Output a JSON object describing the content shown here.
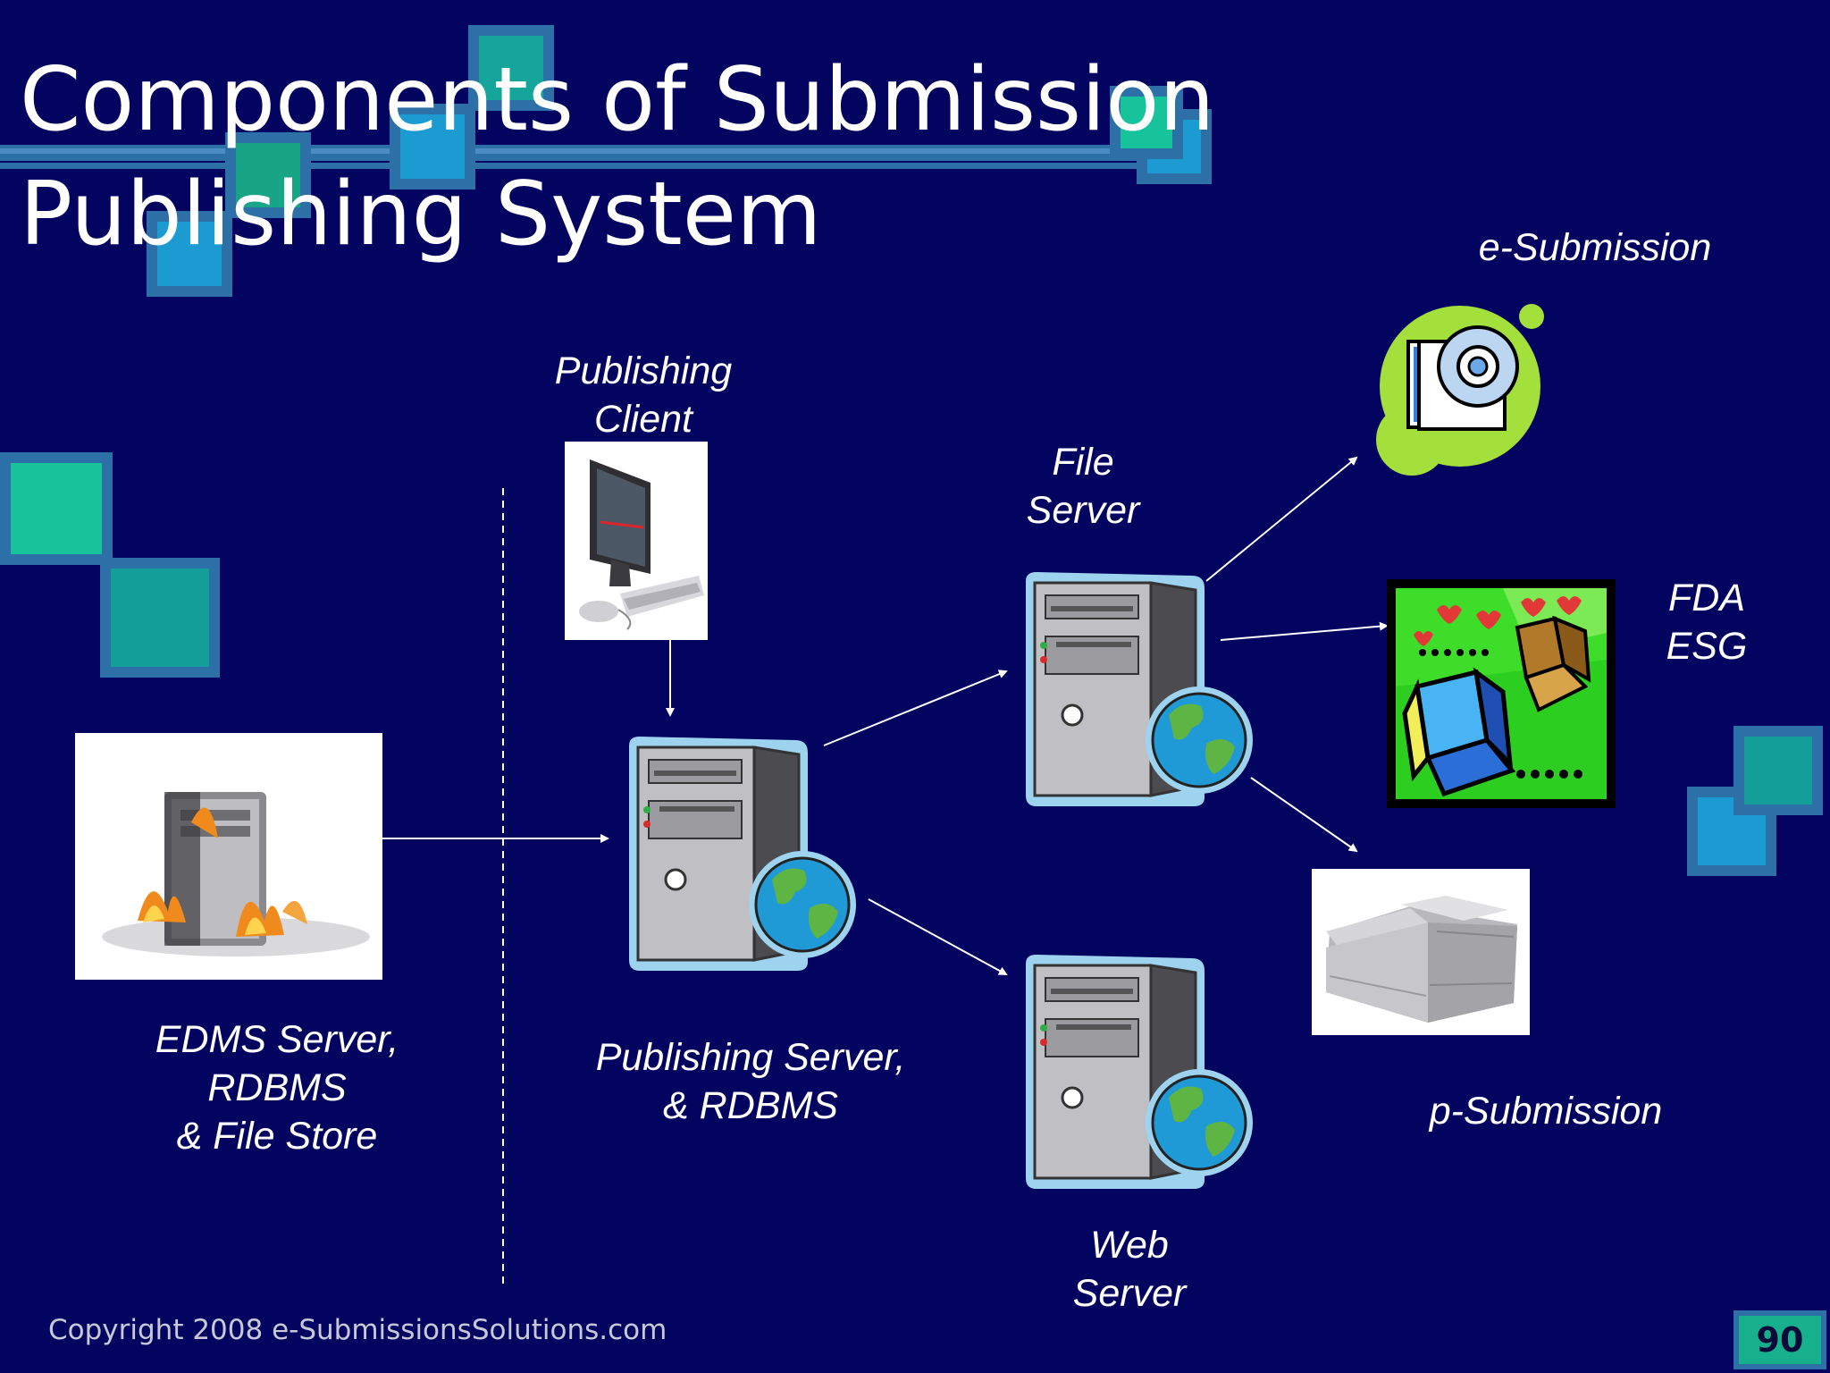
{
  "slide": {
    "title_line1": "Components of Submission",
    "title_line2": "Publishing System",
    "footer": "Copyright 2008 e-SubmissionsSolutions.com",
    "page_number": "90"
  },
  "nodes": {
    "edms": {
      "line1": "EDMS Server,",
      "line2": "RDBMS",
      "line3": "& File Store"
    },
    "publishing_client": {
      "line1": "Publishing",
      "line2": "Client"
    },
    "publishing_server": {
      "line1": "Publishing Server,",
      "line2": "& RDBMS"
    },
    "file_server": {
      "line1": "File",
      "line2": "Server"
    },
    "web_server": {
      "line1": "Web",
      "line2": "Server"
    },
    "e_submission": {
      "label": "e-Submission"
    },
    "fda_esg": {
      "line1": "FDA",
      "line2": "ESG"
    },
    "p_submission": {
      "label": "p-Submission"
    }
  },
  "colors": {
    "background": "#030460",
    "deco_teal": "#16b18c",
    "deco_blue": "#1e8fd0",
    "deco_frame": "#2d6fa7"
  }
}
